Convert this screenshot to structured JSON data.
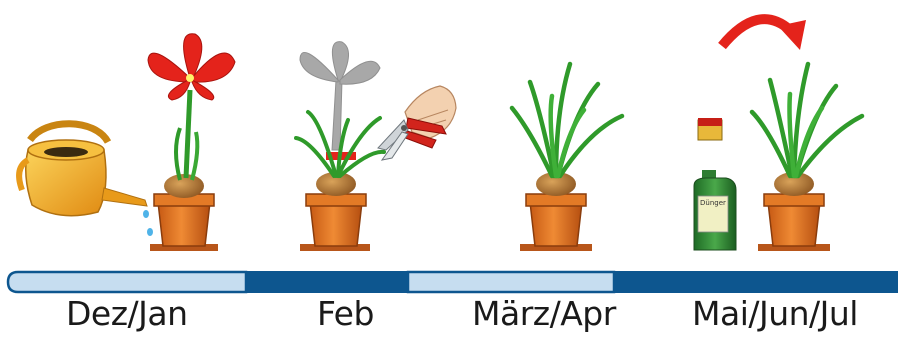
{
  "timeline": {
    "labels": [
      "Dez/Jan",
      "Feb",
      "März/Apr",
      "Mai/Jun/Jul"
    ]
  },
  "fertilizer": {
    "label": "Dünger"
  },
  "colors": {
    "pot": "#e0711f",
    "leaf": "#2f9a2a",
    "flower": "#e4231b",
    "can": "#f0a51e",
    "timeline_dark": "#0d568f",
    "timeline_light": "#c6ddf0",
    "arrow": "#e4231b"
  }
}
